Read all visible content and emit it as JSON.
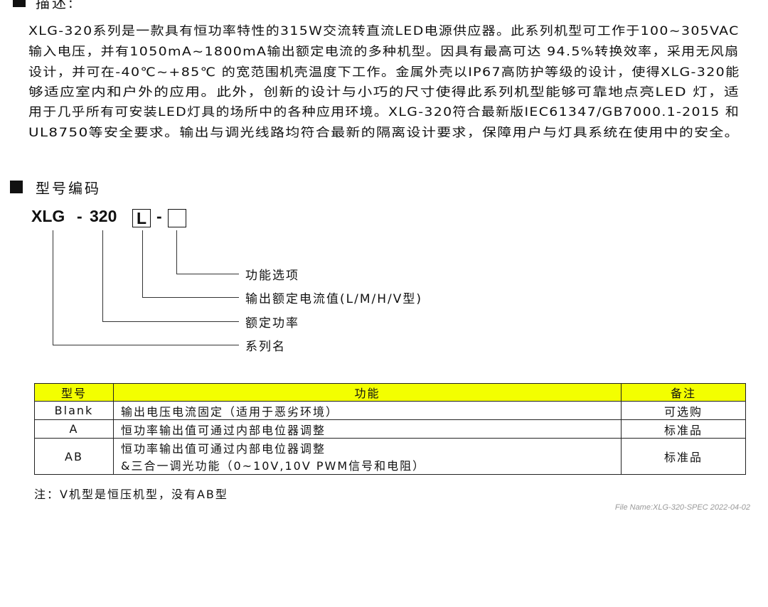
{
  "description": {
    "heading": "描述:",
    "lines": [
      "XLG-320系列是一款具有恒功率特性的315W交流转直流LED电源供应器。此系列机型可工作于100~305VAC",
      "输入电压，并有1050mA~1800mA输出额定电流的多种机型。因具有最高可达 94.5%转换效率，采用无风扇",
      "设计，并可在-40℃~+85℃ 的宽范围机壳温度下工作。金属外壳以IP67高防护等级的设计，使得XLG-320能",
      "够适应室内和户外的应用。此外，创新的设计与小巧的尺寸使得此系列机型能够可靠地点亮LED 灯，适",
      "用于几乎所有可安装LED灯具的场所中的各种应用环境。XLG-320符合最新版IEC61347/GB7000.1-2015 和",
      "UL8750等安全要求。输出与调光线路均符合最新的隔离设计要求，保障用户与灯具系统在使用中的安全。"
    ]
  },
  "model_code": {
    "heading": "型号编码",
    "series": "XLG",
    "dash1": "-",
    "power": "320",
    "current": "L",
    "dash2": "-",
    "option": "",
    "labels": [
      "功能选项",
      "输出额定电流值(L/M/H/V型)",
      "额定功率",
      "系列名"
    ]
  },
  "table": {
    "headers": [
      "型号",
      "功能",
      "备注"
    ],
    "header_color": "#f3ff00",
    "rows": [
      {
        "model": "Blank",
        "function": [
          "输出电压电流固定（适用于恶劣环境）"
        ],
        "note": "可选购"
      },
      {
        "model": "A",
        "function": [
          "恒功率输出值可通过内部电位器调整"
        ],
        "note": "标准品"
      },
      {
        "model": "AB",
        "function": [
          "恒功率输出值可通过内部电位器调整",
          "&三合一调光功能（0~10V,10V PWM信号和电阻）"
        ],
        "note": "标准品"
      }
    ]
  },
  "note": "注：V机型是恒压机型，没有AB型",
  "file_name": "File Name:XLG-320-SPEC 2022-04-02"
}
